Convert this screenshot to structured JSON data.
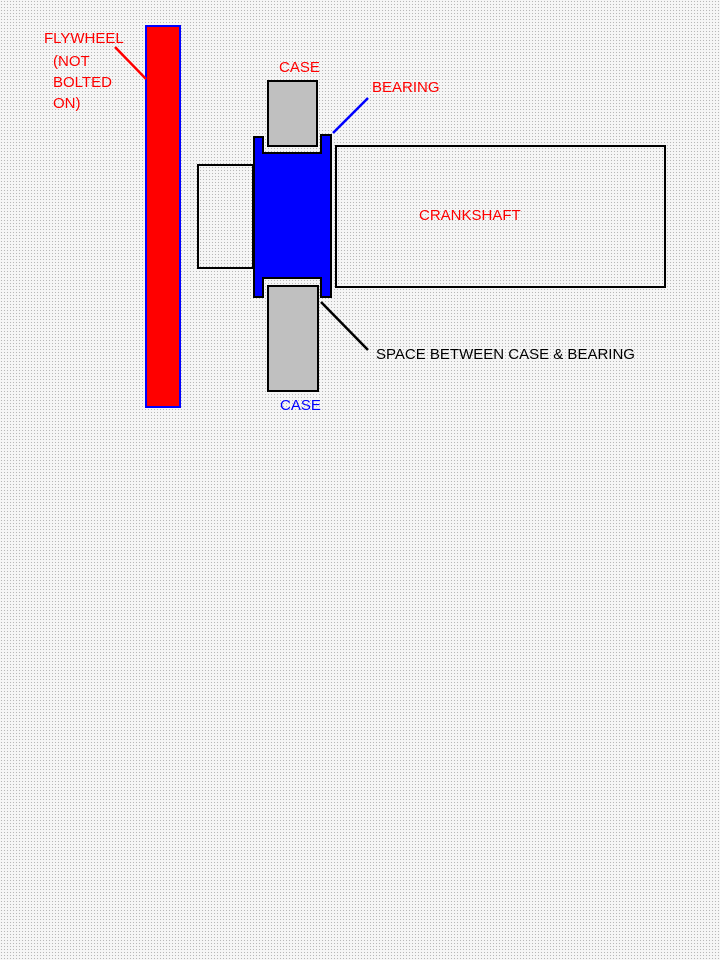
{
  "diagram": {
    "title": "Flywheel, bearing, case and crankshaft cross-section",
    "colors": {
      "flywheel_fill": "#ff0000",
      "flywheel_border": "#0000ff",
      "bearing_fill": "#0000ff",
      "case_fill": "#c0c0c0",
      "outline": "#000000",
      "label_red": "#ff0000",
      "label_blue": "#0000ff",
      "label_black": "#000000"
    },
    "labels": {
      "flywheel_line1": "FLYWHEEL",
      "flywheel_line2": "(NOT",
      "flywheel_line3": "BOLTED",
      "flywheel_line4": "ON)",
      "case_top": "CASE",
      "case_bottom": "CASE",
      "bearing": "BEARING",
      "crankshaft": "CRANKSHAFT",
      "space": "SPACE BETWEEN CASE & BEARING"
    },
    "components": [
      {
        "name": "flywheel",
        "label": "FLYWHEEL (NOT BOLTED ON)"
      },
      {
        "name": "case-top",
        "label": "CASE"
      },
      {
        "name": "case-bottom",
        "label": "CASE"
      },
      {
        "name": "bearing",
        "label": "BEARING"
      },
      {
        "name": "crankshaft",
        "label": "CRANKSHAFT"
      },
      {
        "name": "shaft-stub",
        "label": ""
      },
      {
        "name": "gap",
        "label": "SPACE BETWEEN CASE & BEARING"
      }
    ]
  }
}
